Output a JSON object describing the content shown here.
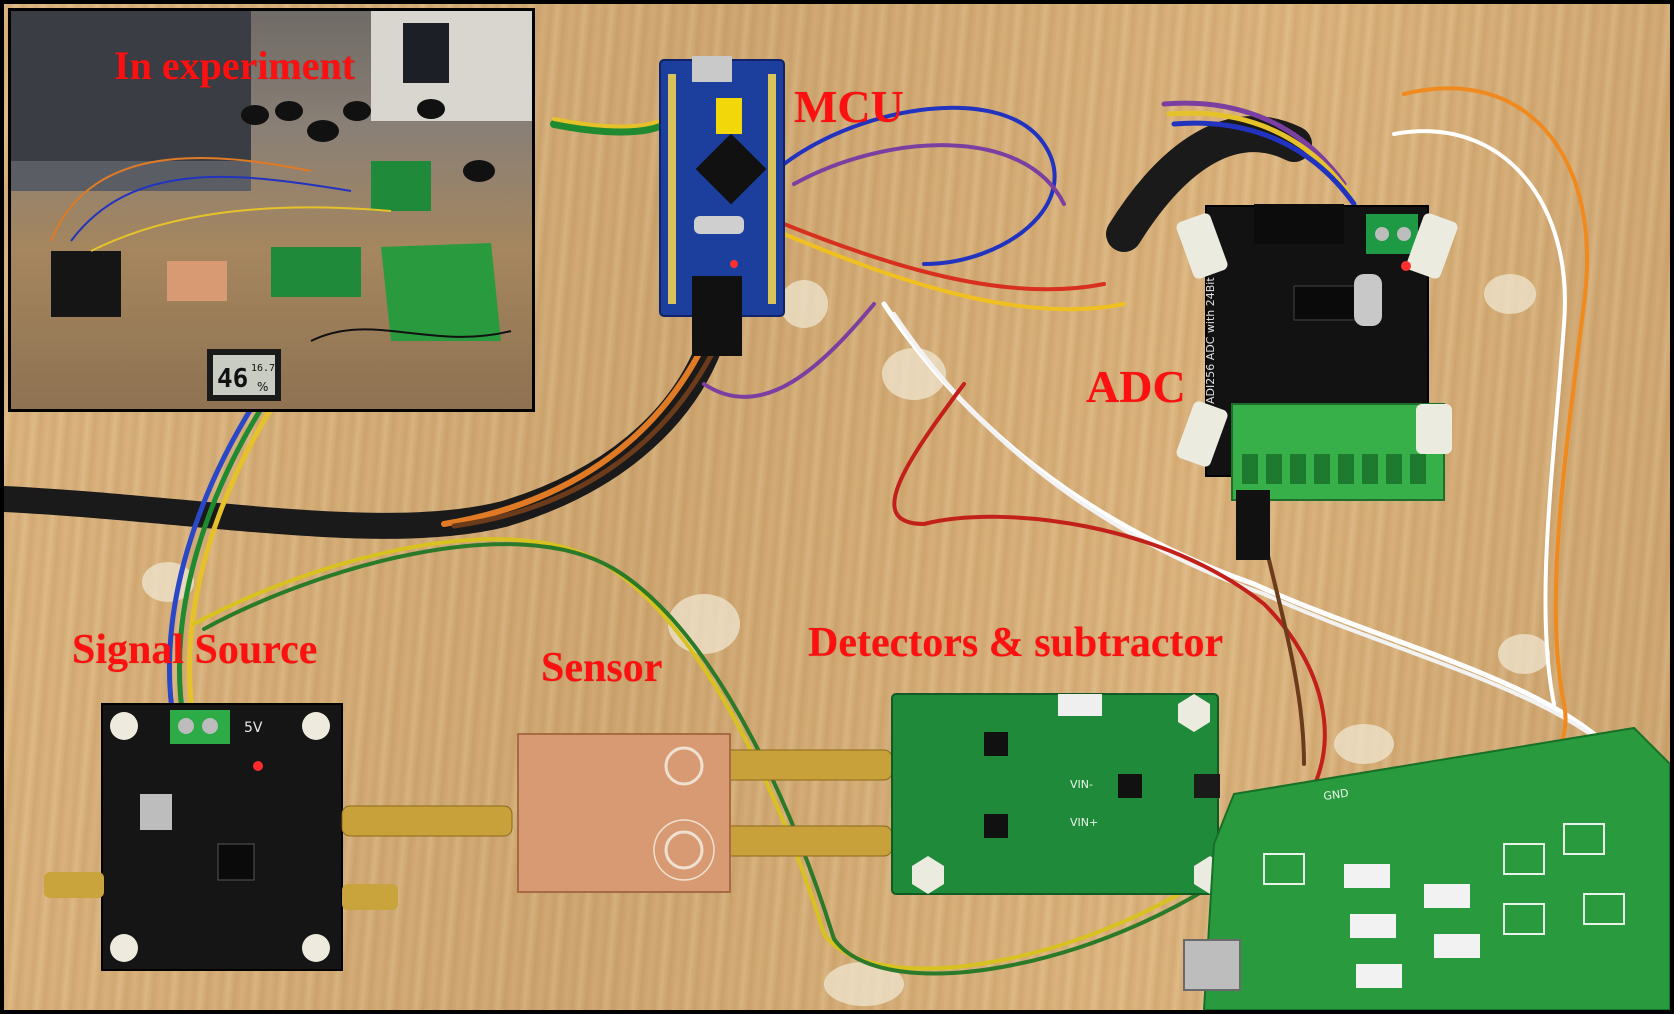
{
  "labels": {
    "mcu": "MCU",
    "adc": "ADC",
    "signal_source": "Signal Source",
    "sensor": "Sensor",
    "detectors": "Detectors & subtractor",
    "inset": "In experiment"
  },
  "colors": {
    "label": "#ff1010",
    "pcb_green": "#1f8a3a",
    "pcb_blue": "#1c3f9e",
    "pcb_black": "#151515",
    "copper": "#d89a72",
    "wood": "#d6ab73"
  },
  "silkscreen": {
    "adc_board": "ADI256 ADC with 24Bit",
    "supply_label": "5V",
    "gnd": "GND",
    "vin_minus": "VIN-",
    "vin_plus": "VIN+"
  },
  "inset_readouts": {
    "hygrometer_humidity": "46",
    "hygrometer_unit": "%",
    "hygrometer_temp": "16.7"
  }
}
